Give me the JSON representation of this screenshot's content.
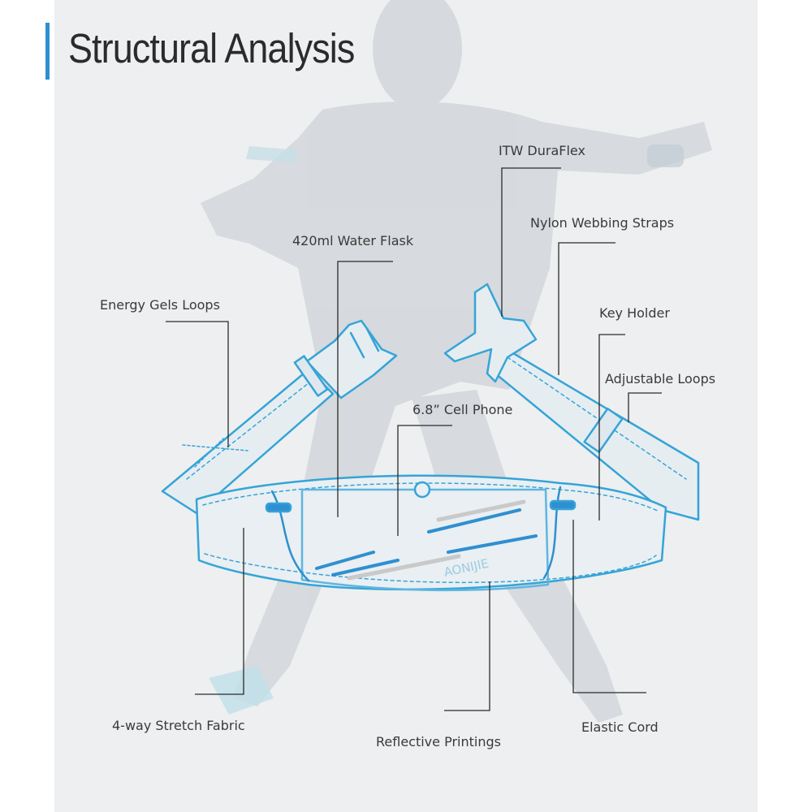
{
  "title": "Structural Analysis",
  "brand": "AONIJIE",
  "labels": {
    "itw_duraflex": "ITW DuraFlex",
    "nylon_webbing": "Nylon Webbing Straps",
    "water_flask": "420ml Water Flask",
    "energy_gels": "Energy Gels Loops",
    "key_holder": "Key Holder",
    "adjustable_loops": "Adjustable Loops",
    "cell_phone": "6.8” Cell Phone",
    "stretch_fabric": "4-way Stretch Fabric",
    "elastic_cord": "Elastic Cord",
    "reflective": "Reflective Printings"
  },
  "colors": {
    "accent": "#2f8fd0",
    "outline": "#35a4d8",
    "leader": "#2b2b2b",
    "panel": "#eeeff0",
    "silhouette": "#cfd2d6"
  }
}
